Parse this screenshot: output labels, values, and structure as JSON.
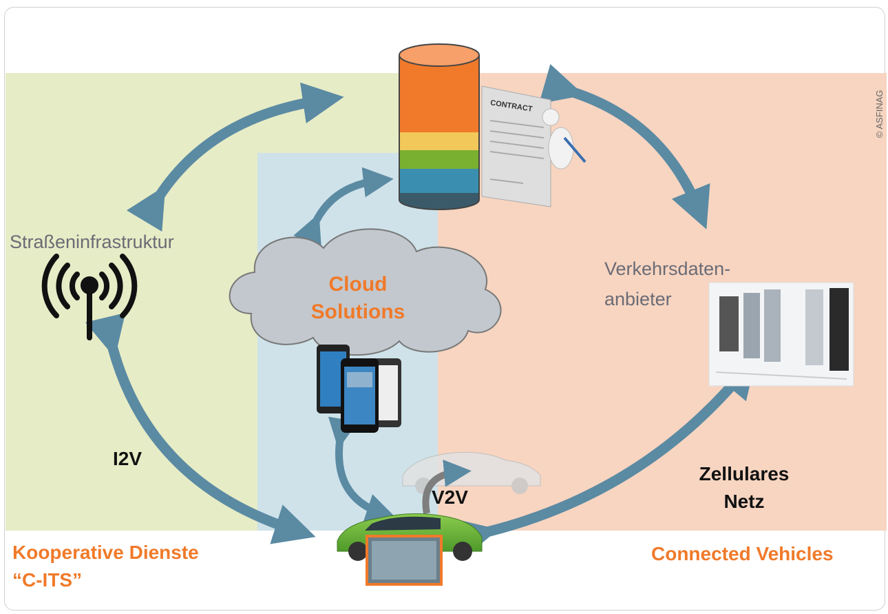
{
  "labels": {
    "road_infrastructure": "Straßeninfrastruktur",
    "cloud_line1": "Cloud",
    "cloud_line2": "Solutions",
    "traffic_provider_line1": "Verkehrsdaten-",
    "traffic_provider_line2": "anbieter",
    "i2v": "I2V",
    "v2v": "V2V",
    "cellular_line1": "Zellulares",
    "cellular_line2": "Netz",
    "cooperative_line1": "Kooperative Dienste",
    "cooperative_line2": "“C-ITS”",
    "connected_vehicles": "Connected Vehicles",
    "contract": "CONTRACT",
    "copyright": "© ASFINAG"
  },
  "colors": {
    "zone_green": "#e6ecc6",
    "zone_blue": "#cfe2ea",
    "zone_orange": "#f7d5c1",
    "arrow": "#5b8aa3",
    "accent_orange": "#f07a2a"
  },
  "icons": {
    "database": "database-icon",
    "antenna": "antenna-icon",
    "cloud": "cloud-icon",
    "phones": "smartphone-icon",
    "car": "car-icon",
    "server": "server-room-icon",
    "contract": "contract-icon"
  }
}
